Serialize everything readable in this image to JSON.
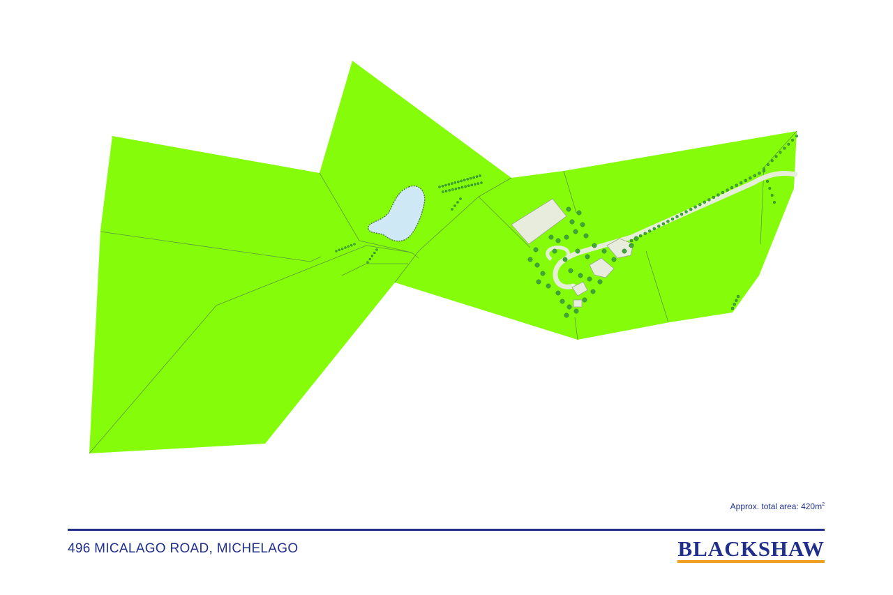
{
  "plan": {
    "area_prefix": "Approx. total area: ",
    "area_value": "420m",
    "area_unit_sup": "2",
    "address": "496 MICALAGO ROAD, MICHELAGO",
    "brand": "BLACKSHAW"
  },
  "colors": {
    "land": "#84fc0a",
    "boundary": "#5a9a3a",
    "water": "#cfe8f5",
    "track": "#e6eed8",
    "building": "#e8ecdc",
    "tree": "#3fa63a",
    "text": "#1f2f8a",
    "accent": "#f0a020"
  }
}
